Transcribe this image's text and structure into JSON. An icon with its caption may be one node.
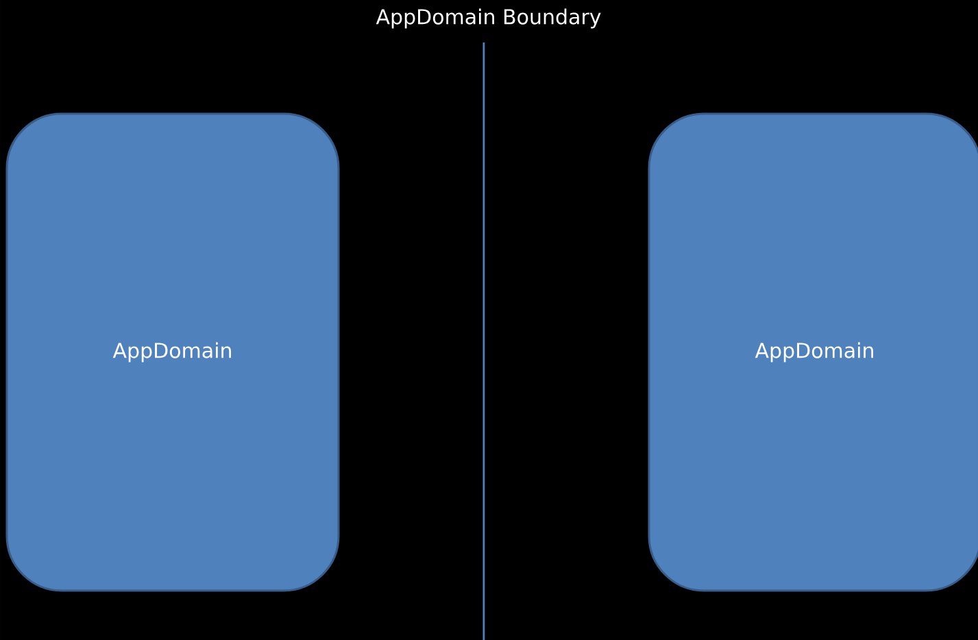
{
  "diagram": {
    "title": "AppDomain Boundary",
    "nodes": [
      {
        "text": [
          "AppDomain"
        ]
      },
      {
        "text": [
          "AppDomain"
        ]
      }
    ]
  }
}
